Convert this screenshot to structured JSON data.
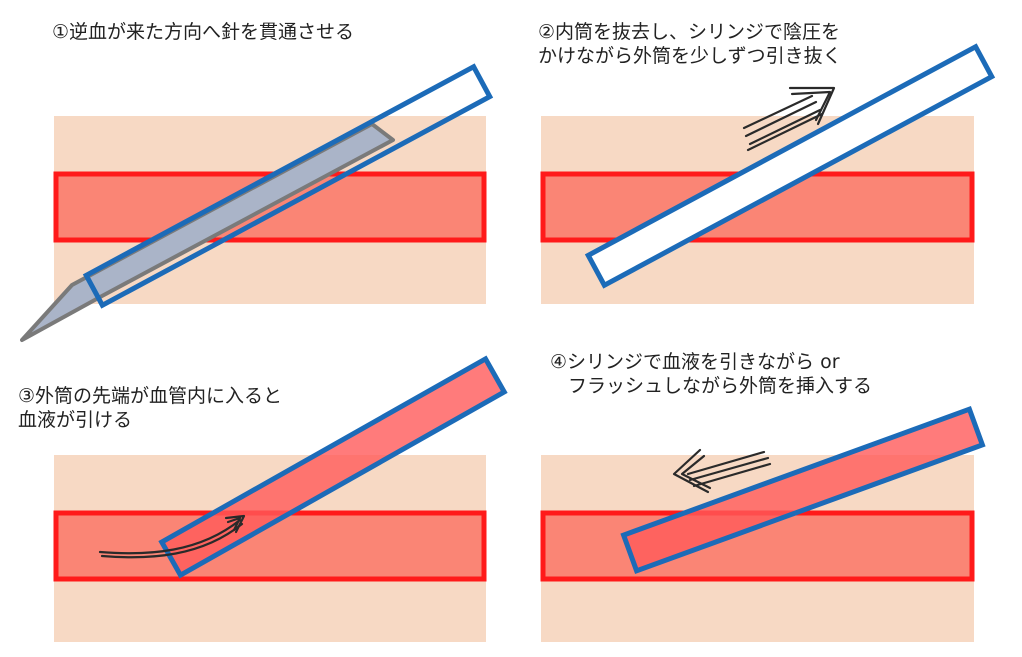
{
  "panels": [
    {
      "step": 1,
      "caption_lines": [
        "①逆血が来た方向へ針を貫通させる"
      ]
    },
    {
      "step": 2,
      "caption_lines": [
        "②内筒を抜去し、シリンジで陰圧を",
        "かけながら外筒を少しずつ引き抜く"
      ]
    },
    {
      "step": 3,
      "caption_lines": [
        "③外筒の先端が血管内に入ると",
        "血液が引ける"
      ]
    },
    {
      "step": 4,
      "caption_lines": [
        "④シリンジで血液を引きながら or",
        "フラッシュしながら外筒を挿入する"
      ]
    }
  ],
  "colors": {
    "tissue": "#f7d9c4",
    "vessel_fill": "#fa8575",
    "vessel_border": "#ff1a1a",
    "catheter_border": "#1c6bb8",
    "catheter_blood": "#ff5a5a",
    "needle_fill": "#aab4c8",
    "needle_border": "#7a7a7a",
    "arrow": "#2a2a2a"
  }
}
